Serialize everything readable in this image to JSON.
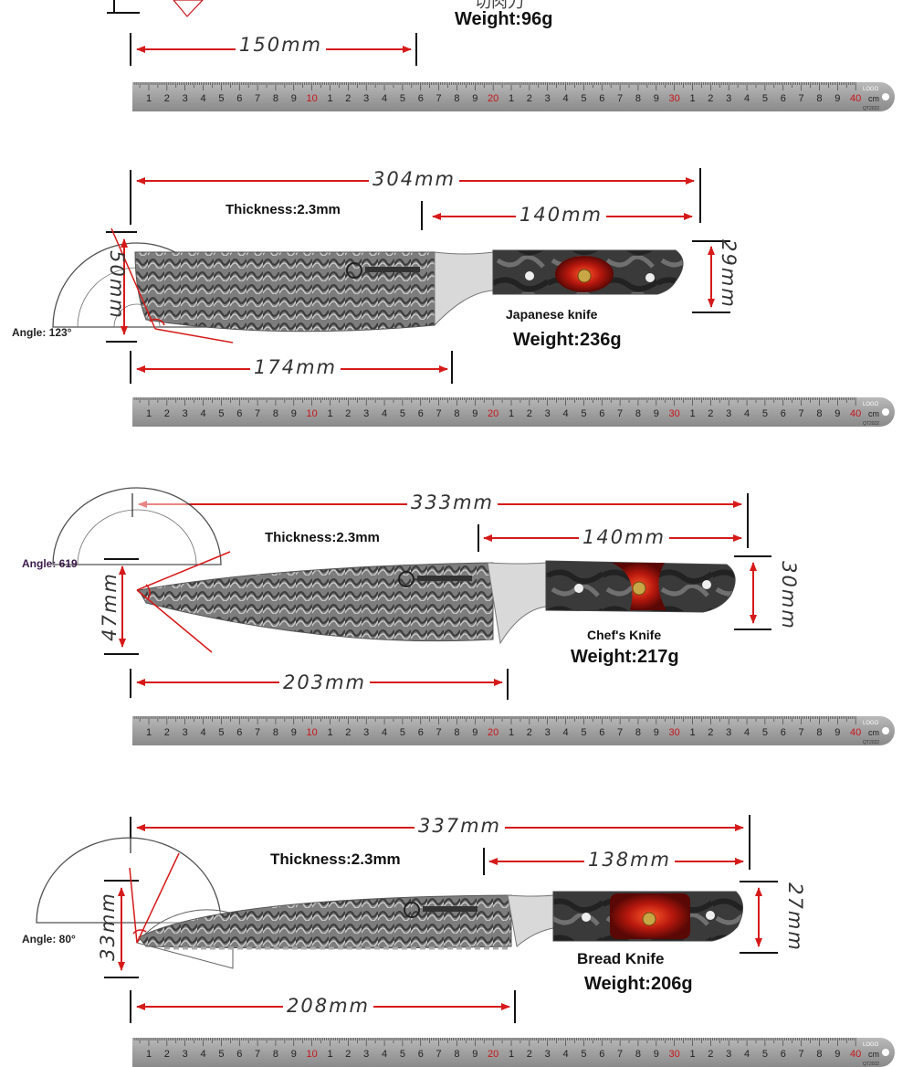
{
  "top_partial": {
    "weight": "Weight:96g",
    "chinese_cut": "切肉刀",
    "dim_h": "150mm"
  },
  "ruler": {
    "unit": "cm",
    "code": "QT2022",
    "brand": "LOGO",
    "numbers": [
      "1",
      "2",
      "3",
      "4",
      "5",
      "6",
      "7",
      "8",
      "9",
      "10",
      "1",
      "2",
      "3",
      "4",
      "5",
      "6",
      "7",
      "8",
      "9",
      "20",
      "1",
      "2",
      "3",
      "4",
      "5",
      "6",
      "7",
      "8",
      "9",
      "30",
      "1",
      "2",
      "3",
      "4",
      "5",
      "6",
      "7",
      "8",
      "9",
      "40"
    ]
  },
  "knives": [
    {
      "name": "Japanese knife",
      "weight": "Weight:236g",
      "thickness": "Thickness:2.3mm",
      "angle": "Angle: 123°",
      "total_length": "304mm",
      "handle_length": "140mm",
      "blade_length": "174mm",
      "blade_height": "50mm",
      "handle_height": "29mm"
    },
    {
      "name": "Chef's Knife",
      "weight": "Weight:217g",
      "thickness": "Thickness:2.3mm",
      "angle": "Angle: 619",
      "total_length": "333mm",
      "handle_length": "140mm",
      "blade_length": "203mm",
      "blade_height": "47mm",
      "handle_height": "30mm"
    },
    {
      "name": "Bread Knife",
      "weight": "Weight:206g",
      "thickness": "Thickness:2.3mm",
      "angle": "Angle: 80°",
      "total_length": "337mm",
      "handle_length": "138mm",
      "blade_length": "208mm",
      "blade_height": "33mm",
      "handle_height": "27mm"
    }
  ],
  "colors": {
    "arrow": "#d61a1a",
    "handle_resin": "#b01a10",
    "ruler_red": "#c8151b"
  }
}
